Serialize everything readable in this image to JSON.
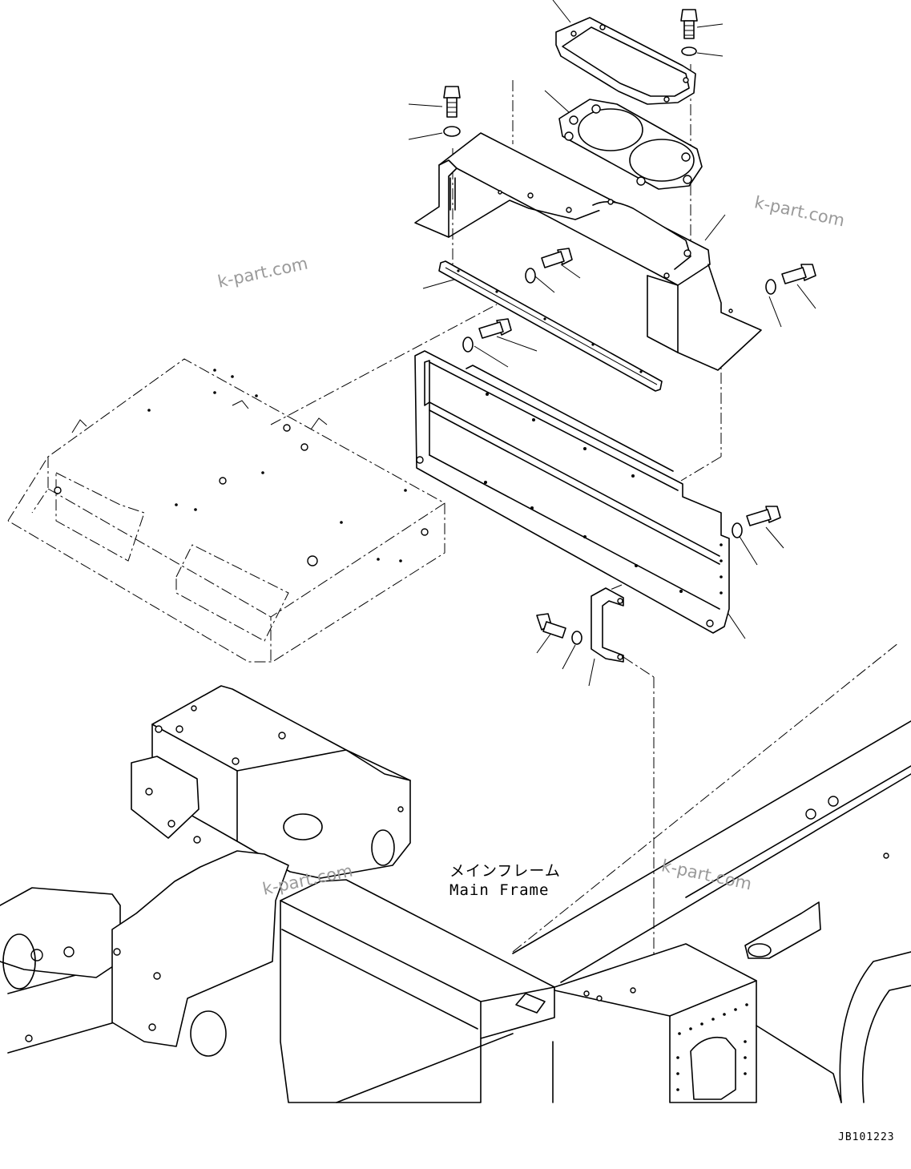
{
  "diagram": {
    "frame_label_jp": "メインフレーム",
    "frame_label_en": "Main Frame",
    "drawing_code": "JB101223",
    "watermarks": [
      "k-part.com",
      "k-part.com",
      "k-part.com",
      "k-part.com"
    ]
  },
  "icons": {
    "bolt": "hex-bolt-icon",
    "washer": "washer-icon"
  },
  "colors": {
    "line": "#000000",
    "watermark": "#9a9a9a",
    "background": "#ffffff"
  }
}
